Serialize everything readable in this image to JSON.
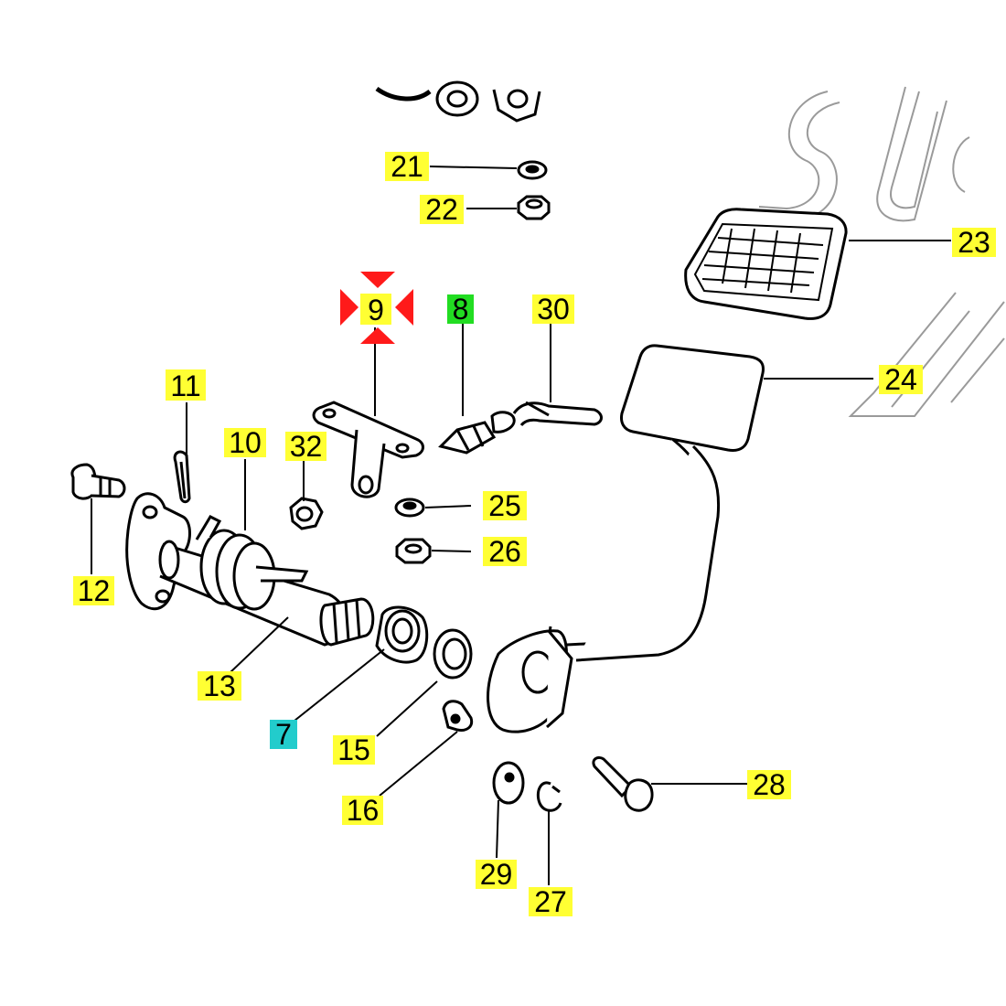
{
  "colors": {
    "highlight_default": "#ffff33",
    "highlight_green": "#22dd22",
    "highlight_cyan": "#22cccc",
    "marker_red": "#ff1a1a",
    "line": "#000000",
    "watermark": "#9a9a9a"
  },
  "markers": {
    "red_cross_on": "9"
  },
  "callouts": [
    {
      "id": "c21",
      "text": "21",
      "color": "highlight_default"
    },
    {
      "id": "c22",
      "text": "22",
      "color": "highlight_default"
    },
    {
      "id": "c23",
      "text": "23",
      "color": "highlight_default"
    },
    {
      "id": "c9",
      "text": "9",
      "color": "highlight_default"
    },
    {
      "id": "c8",
      "text": "8",
      "color": "highlight_green"
    },
    {
      "id": "c30",
      "text": "30",
      "color": "highlight_default"
    },
    {
      "id": "c24",
      "text": "24",
      "color": "highlight_default"
    },
    {
      "id": "c11",
      "text": "11",
      "color": "highlight_default"
    },
    {
      "id": "c10",
      "text": "10",
      "color": "highlight_default"
    },
    {
      "id": "c32",
      "text": "32",
      "color": "highlight_default"
    },
    {
      "id": "c25",
      "text": "25",
      "color": "highlight_default"
    },
    {
      "id": "c26",
      "text": "26",
      "color": "highlight_default"
    },
    {
      "id": "c12",
      "text": "12",
      "color": "highlight_default"
    },
    {
      "id": "c13",
      "text": "13",
      "color": "highlight_default"
    },
    {
      "id": "c7",
      "text": "7",
      "color": "highlight_cyan"
    },
    {
      "id": "c15",
      "text": "15",
      "color": "highlight_default"
    },
    {
      "id": "c16",
      "text": "16",
      "color": "highlight_default"
    },
    {
      "id": "c28",
      "text": "28",
      "color": "highlight_default"
    },
    {
      "id": "c29",
      "text": "29",
      "color": "highlight_default"
    },
    {
      "id": "c27",
      "text": "27",
      "color": "highlight_default"
    }
  ]
}
